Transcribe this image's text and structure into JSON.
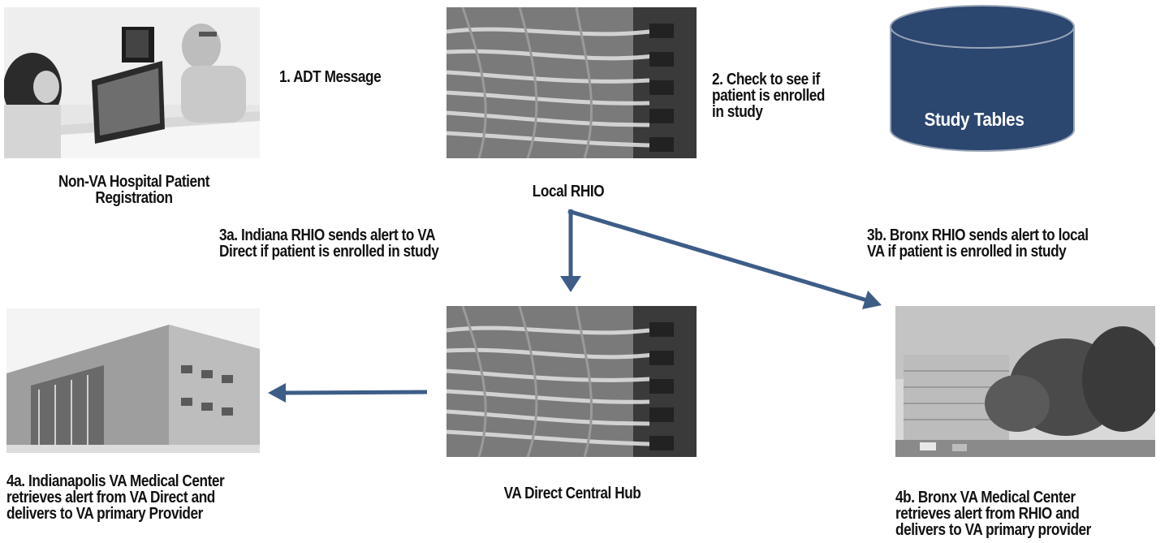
{
  "nodes": {
    "registration": {
      "label_lines": [
        "Non-VA Hospital Patient",
        "Registration"
      ]
    },
    "local_rhio": {
      "label": "Local RHIO"
    },
    "study_tables": {
      "label": "Study Tables"
    },
    "va_direct_hub": {
      "label": "VA Direct Central Hub"
    },
    "indianapolis_va": {
      "label_lines": [
        "4a. Indianapolis VA Medical Center",
        "retrieves alert from VA Direct and",
        "delivers to VA primary Provider"
      ]
    },
    "bronx_va": {
      "label_lines": [
        "4b. Bronx VA Medical Center",
        "retrieves alert from RHIO and",
        "delivers to VA primary provider"
      ]
    }
  },
  "steps": {
    "step1": "1. ADT Message",
    "step2_lines": [
      "2. Check to see if",
      "patient is enrolled",
      "in study"
    ],
    "step3a_lines": [
      "3a. Indiana RHIO sends alert to VA",
      "Direct if patient is enrolled in study"
    ],
    "step3b_lines": [
      "3b. Bronx RHIO sends alert to local",
      "VA if patient is enrolled in study"
    ]
  },
  "colors": {
    "arrow": "#3d5d87",
    "cylinder_fill": "#2b466f",
    "cylinder_outline": "#9aa6b8",
    "text": "#111111"
  },
  "icons": {
    "registration_photo": "reception-desk-photo",
    "rhio_photo": "network-cables-photo",
    "hub_photo": "network-cables-photo",
    "indianapolis_photo": "hospital-building-photo",
    "bronx_photo": "hospital-with-trees-photo",
    "study_tables_icon": "database-cylinder-icon"
  }
}
